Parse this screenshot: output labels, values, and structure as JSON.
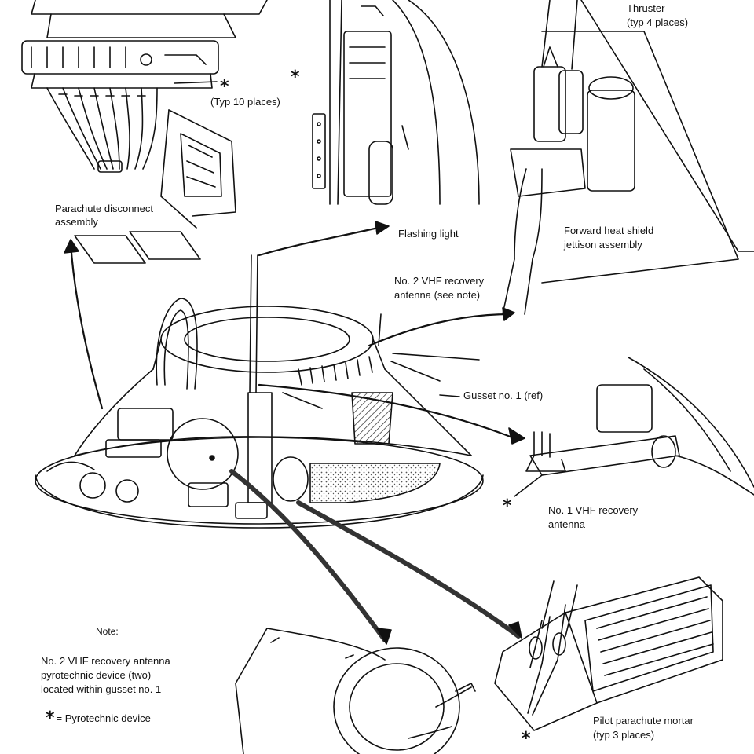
{
  "labels": {
    "thruster": "Thruster",
    "thruster_count": "(typ 4 places)",
    "typ10": "(Typ 10 places)",
    "parachute_disconnect_1": "Parachute disconnect",
    "parachute_disconnect_2": "assembly",
    "flashing_light": "Flashing light",
    "forward_heat_shield_1": "Forward heat shield",
    "forward_heat_shield_2": "jettison assembly",
    "vhf2_1": "No. 2 VHF recovery",
    "vhf2_2": "antenna (see note)",
    "gusset": "Gusset no. 1 (ref)",
    "vhf1_1": "No. 1 VHF recovery",
    "vhf1_2": "antenna",
    "pilot_mortar_1": "Pilot parachute mortar",
    "pilot_mortar_2": "(typ 3 places)"
  },
  "note": {
    "heading": "Note:",
    "line1": "No. 2 VHF recovery antenna",
    "line2": "pyrotechnic device (two)",
    "line3": "located within gusset no. 1"
  },
  "legend": {
    "symbol": "*",
    "text": "= Pyrotechnic device"
  },
  "colors": {
    "ink": "#111111",
    "background": "#ffffff",
    "stipple": "#555555"
  }
}
